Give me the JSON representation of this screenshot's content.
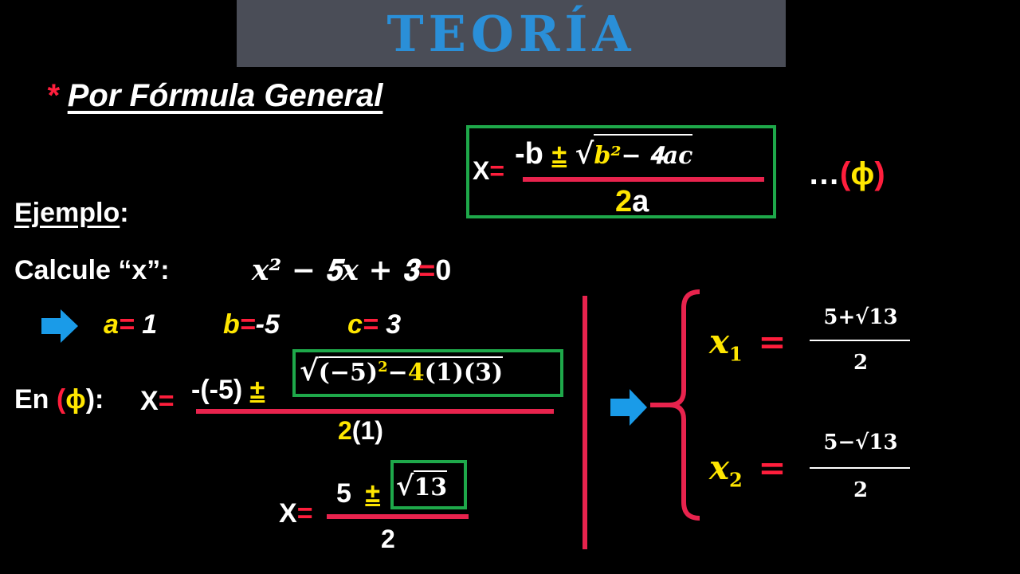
{
  "header": {
    "title": "TEORÍA"
  },
  "section": {
    "bullet": "*",
    "title": "Por Fórmula General"
  },
  "formula": {
    "x_label": "X",
    "eq": "=",
    "numerator_neg_b": "-b",
    "pm": "±",
    "sqrt_sign": "√",
    "radicand_b2": "𝒃²",
    "radicand_rest": "− 𝟒𝒂𝒄",
    "denominator_2": "2",
    "denominator_a": "a",
    "label_dots": "…",
    "label_open": "(",
    "label_phi": "ϕ",
    "label_close": ")"
  },
  "example": {
    "title": "Ejemplo",
    "colon": ":",
    "calc_label": "Calcule “x”:",
    "equation_lhs": "𝒙² − 𝟓𝒙 + 𝟑",
    "equation_eq": "=",
    "equation_rhs": "0"
  },
  "coefficients": {
    "a_label": "a",
    "a_eq": "=",
    "a_value": "1",
    "b_label": "b",
    "b_eq": "=",
    "b_value": "-5",
    "c_label": "c",
    "c_eq": "=",
    "c_value": "3"
  },
  "substitution": {
    "en_label": "En ",
    "en_open": "(",
    "en_phi": "ϕ",
    "en_close": "):",
    "x_label": "X",
    "eq": "=",
    "neg_b": "-(-5)",
    "pm": "±",
    "sqrt_sign": "√",
    "radicand_a": "(−𝟓)",
    "radicand_exp": "𝟐",
    "radicand_mid": "−",
    "radicand_four": "𝟒",
    "radicand_rest": "(𝟏)(𝟑)",
    "denominator_2": "2",
    "denominator_rest": "(1)"
  },
  "simplified": {
    "x_label": "X",
    "eq": "=",
    "five": "5",
    "pm": "±",
    "sqrt_sign": "√",
    "radicand": "𝟏𝟑",
    "denominator": "2"
  },
  "solutions": {
    "x1_var": "𝒙",
    "x1_sub": "𝟏",
    "x1_eq": "=",
    "x1_num": "𝟓+√𝟏𝟑",
    "x1_den": "𝟐",
    "x2_var": "𝒙",
    "x2_sub": "𝟐",
    "x2_eq": "=",
    "x2_num": "𝟓−√𝟏𝟑",
    "x2_den": "𝟐"
  },
  "colors": {
    "accent_red": "#ff1e3c",
    "accent_yellow": "#ffe600",
    "box_green": "#1ea84a",
    "arrow_blue": "#1a9be8",
    "header_bg": "#4a4d57",
    "title_blue": "#2a8fd8"
  }
}
